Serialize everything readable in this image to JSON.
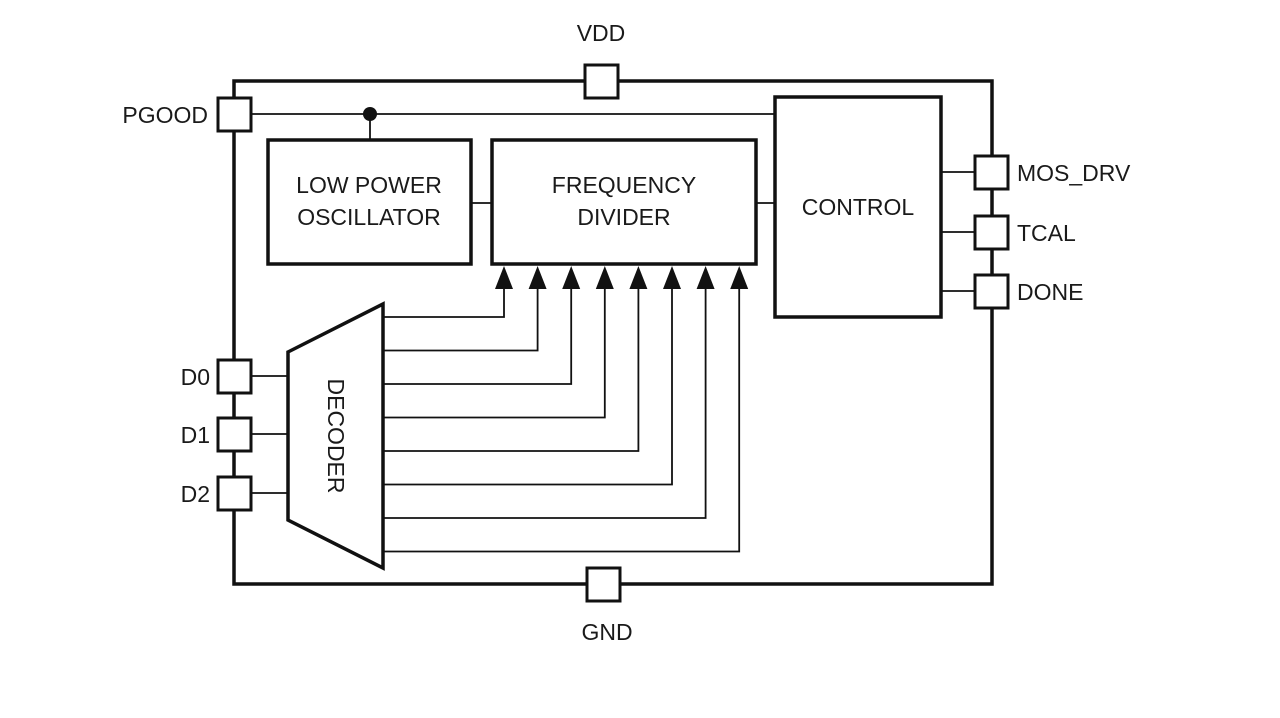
{
  "pins": {
    "vdd": "VDD",
    "gnd": "GND",
    "pgood": "PGOOD",
    "mos_drv": "MOS_DRV",
    "tcal": "TCAL",
    "done": "DONE",
    "d0": "D0",
    "d1": "D1",
    "d2": "D2"
  },
  "blocks": {
    "oscillator": [
      "LOW POWER",
      "OSCILLATOR"
    ],
    "divider": [
      "FREQUENCY",
      "DIVIDER"
    ],
    "control": "CONTROL",
    "decoder": "DECODER"
  },
  "decoder_output_count": 8
}
